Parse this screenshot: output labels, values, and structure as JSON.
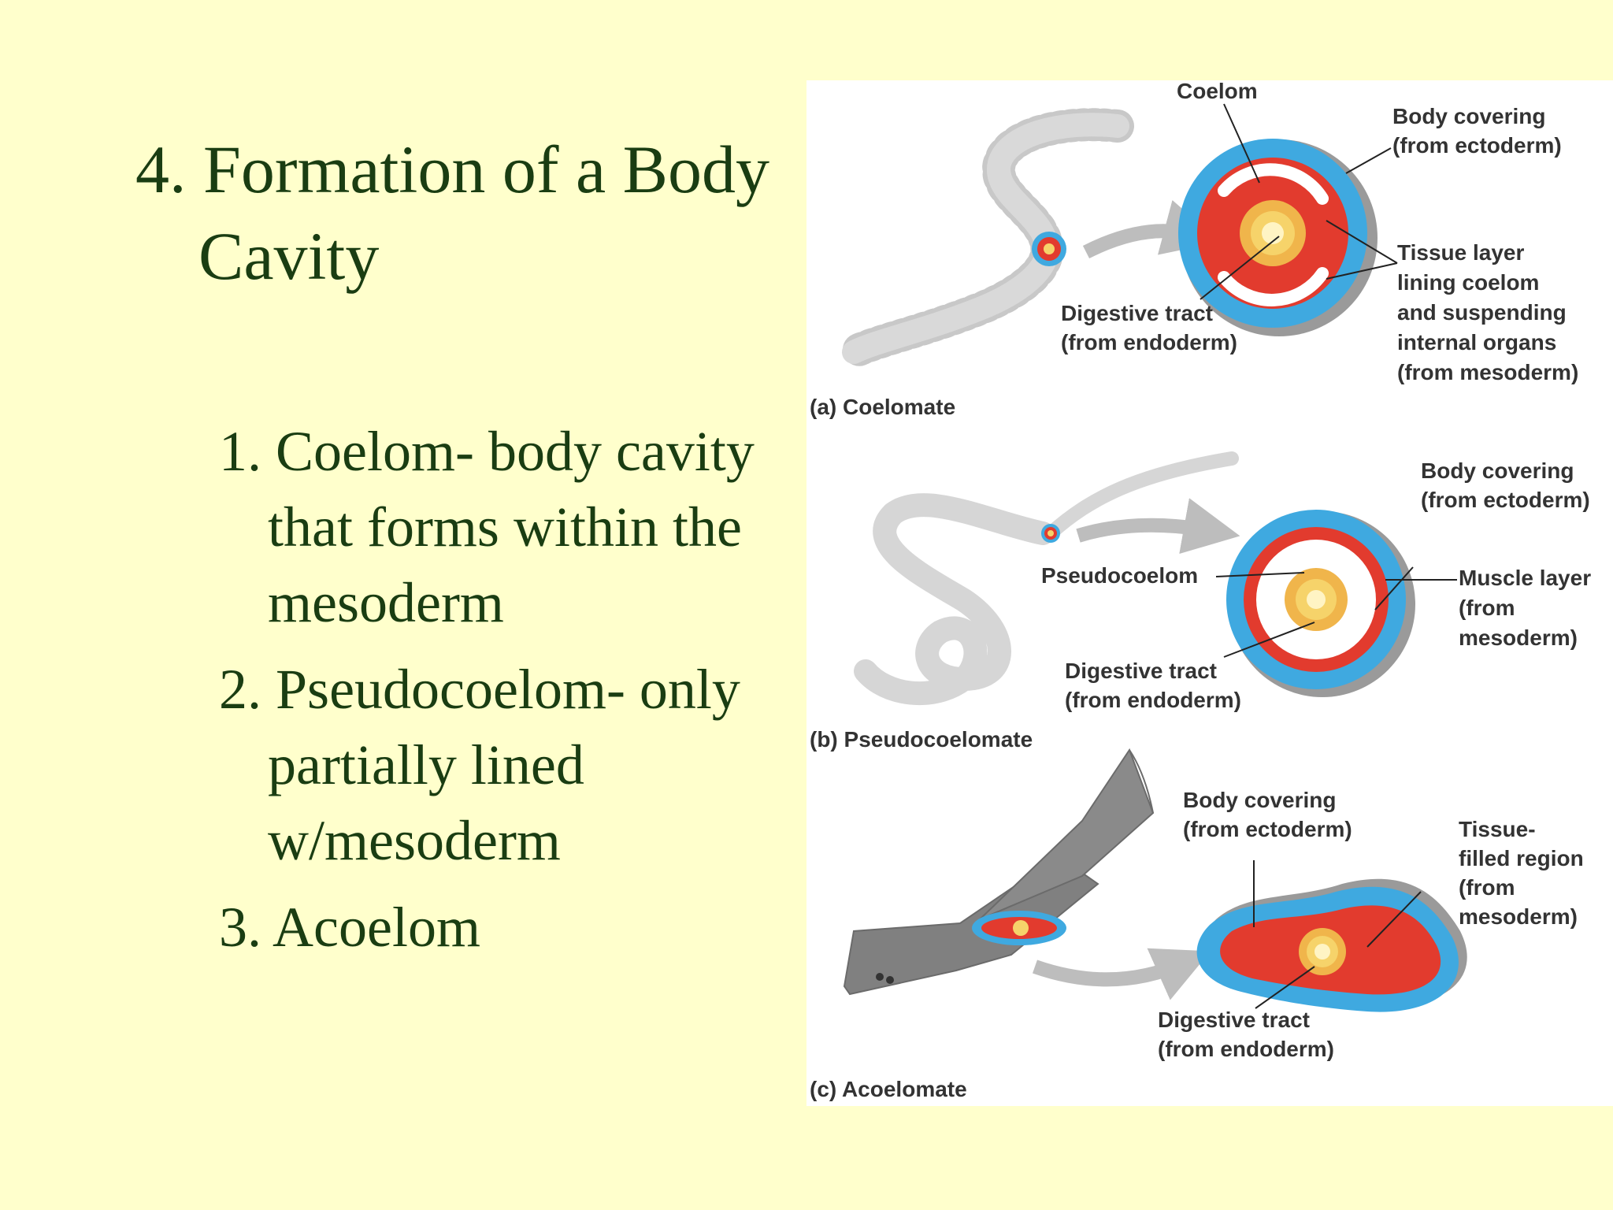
{
  "slide": {
    "title_line1": "4. Formation of a Body",
    "title_line2": "Cavity",
    "items": [
      {
        "lines": [
          "1. Coelom- body cavity",
          "that forms within the",
          "mesoderm"
        ]
      },
      {
        "lines": [
          "2. Pseudocoelom- only",
          "partially lined",
          "w/mesoderm"
        ]
      },
      {
        "lines": [
          "3. Acoelom"
        ]
      }
    ]
  },
  "figure": {
    "a": {
      "caption": "(a) Coelomate",
      "coelom": "Coelom",
      "body_covering_1": "Body covering",
      "body_covering_2": "(from ectoderm)",
      "digestive_1": "Digestive tract",
      "digestive_2": "(from endoderm)",
      "tissue_1": "Tissue layer",
      "tissue_2": "lining coelom",
      "tissue_3": "and suspending",
      "tissue_4": "internal organs",
      "tissue_5": "(from mesoderm)"
    },
    "b": {
      "caption": "(b) Pseudocoelomate",
      "pseudocoelom": "Pseudocoelom",
      "body_covering_1": "Body covering",
      "body_covering_2": "(from ectoderm)",
      "digestive_1": "Digestive tract",
      "digestive_2": "(from endoderm)",
      "muscle_1": "Muscle layer",
      "muscle_2": "(from",
      "muscle_3": "mesoderm)"
    },
    "c": {
      "caption": "(c) Acoelomate",
      "body_covering_1": "Body covering",
      "body_covering_2": "(from ectoderm)",
      "digestive_1": "Digestive tract",
      "digestive_2": "(from endoderm)",
      "tissue_1": "Tissue-",
      "tissue_2": "filled region",
      "tissue_3": "(from",
      "tissue_4": "mesoderm)"
    }
  },
  "colors": {
    "background": "#ffffcc",
    "text": "#1a3d12",
    "ectoderm": "#3fa9e0",
    "mesoderm": "#e23b2e",
    "endoderm": "#f6d36a"
  }
}
